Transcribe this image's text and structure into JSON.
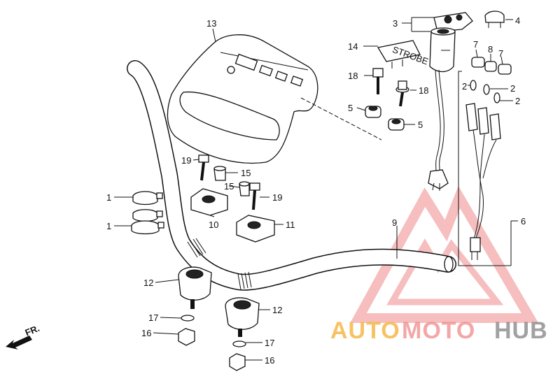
{
  "diagram": {
    "callouts": {
      "c1a": "1",
      "c1b": "1",
      "c2a": "2",
      "c2b": "2",
      "c2c": "2",
      "c3": "3",
      "c4": "4",
      "c5a": "5",
      "c5b": "5",
      "c6": "6",
      "c7a": "7",
      "c7b": "7",
      "c8": "8",
      "c9": "9",
      "c10": "10",
      "c11": "11",
      "c12a": "12",
      "c12b": "12",
      "c13": "13",
      "c14": "14",
      "c15a": "15",
      "c15b": "15",
      "c16a": "16",
      "c16b": "16",
      "c17a": "17",
      "c17b": "17",
      "c18a": "18",
      "c18b": "18",
      "c19a": "19",
      "c19b": "19"
    },
    "direction_label": "FR.",
    "plate_text": "STROBE"
  },
  "watermark": {
    "part1": "AUTO",
    "part2": "MOTO",
    "part3": "HUB",
    "colors": {
      "auto": "#f5b84a",
      "moto": "#f08a8a",
      "hub": "#8a8a8a",
      "logo": "#ef8a8a"
    }
  }
}
